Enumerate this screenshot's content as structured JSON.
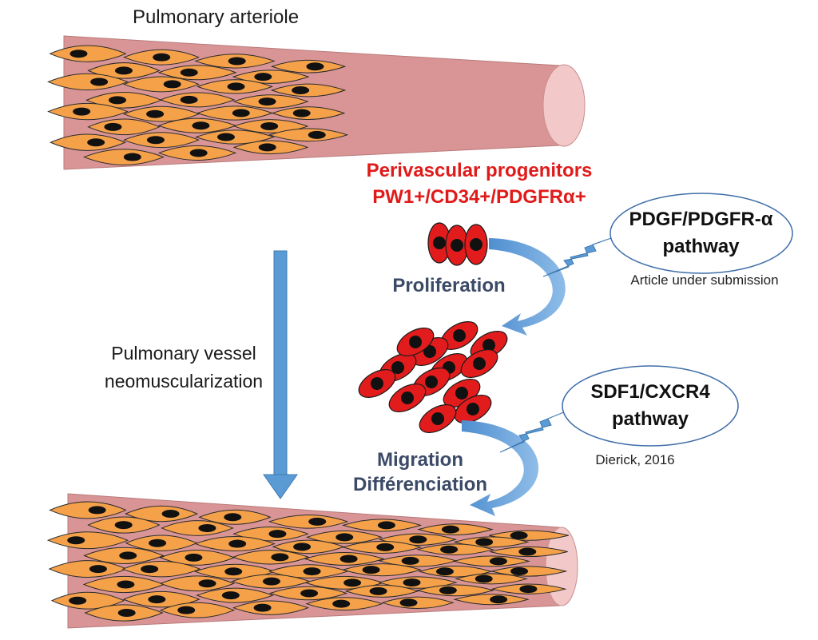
{
  "labels": {
    "top_vessel": "Pulmonary arteriole",
    "process": "Pulmonary vessel neomuscularization",
    "progenitors_line1": "Perivascular progenitors",
    "progenitors_line2": "PW1+/CD34+/PDGFRα+",
    "step1": "Proliferation",
    "step2_line1": "Migration",
    "step2_line2": "Différenciation",
    "pathway1_line1": "PDGF/PDGFR-α",
    "pathway1_line2": "pathway",
    "pathway1_note": "Article under submission",
    "pathway2_line1": "SDF1/CXCR4",
    "pathway2_line2": "pathway",
    "pathway2_note": "Dierick, 2016"
  },
  "colors": {
    "vessel_wall": "#d99595",
    "vessel_lumen": "#f2c8c8",
    "smooth_muscle_cell": "#f4a14a",
    "progenitor_cell": "#e21c1c",
    "nucleus": "#111111",
    "arrow_blue": "#5b9bd5",
    "progenitor_text": "#e01a1a",
    "step_text": "#3b4a66"
  },
  "icons": [
    "lightning-bolt-icon",
    "curved-arrow-icon",
    "down-arrow-icon"
  ]
}
